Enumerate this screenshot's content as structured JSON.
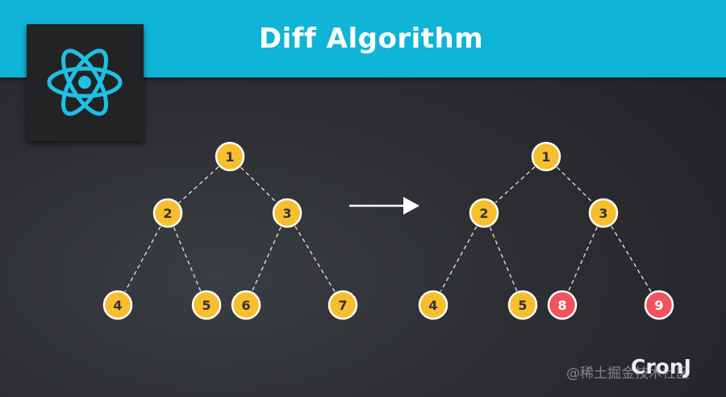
{
  "header": {
    "title": "Diff Algorithm",
    "background": "#0fb4d6"
  },
  "logo": {
    "icon": "react-atom-icon",
    "color": "#1ec0e3"
  },
  "diagram": {
    "node_color": "#f7bf2d",
    "changed_node_color": "#f0535d",
    "node_border": "#ffffff",
    "arrow_color": "#ffffff",
    "before_tree": {
      "nodes": [
        {
          "id": "1",
          "label": "1",
          "changed": false
        },
        {
          "id": "2",
          "label": "2",
          "changed": false
        },
        {
          "id": "3",
          "label": "3",
          "changed": false
        },
        {
          "id": "4",
          "label": "4",
          "changed": false
        },
        {
          "id": "5",
          "label": "5",
          "changed": false
        },
        {
          "id": "6",
          "label": "6",
          "changed": false
        },
        {
          "id": "7",
          "label": "7",
          "changed": false
        }
      ],
      "edges": [
        [
          "1",
          "2"
        ],
        [
          "1",
          "3"
        ],
        [
          "2",
          "4"
        ],
        [
          "2",
          "5"
        ],
        [
          "3",
          "6"
        ],
        [
          "3",
          "7"
        ]
      ]
    },
    "after_tree": {
      "nodes": [
        {
          "id": "1",
          "label": "1",
          "changed": false
        },
        {
          "id": "2",
          "label": "2",
          "changed": false
        },
        {
          "id": "3",
          "label": "3",
          "changed": false
        },
        {
          "id": "4",
          "label": "4",
          "changed": false
        },
        {
          "id": "5",
          "label": "5",
          "changed": false
        },
        {
          "id": "8",
          "label": "8",
          "changed": true
        },
        {
          "id": "9",
          "label": "9",
          "changed": true
        }
      ],
      "edges": [
        [
          "1",
          "2"
        ],
        [
          "1",
          "3"
        ],
        [
          "2",
          "4"
        ],
        [
          "2",
          "5"
        ],
        [
          "3",
          "8"
        ],
        [
          "3",
          "9"
        ]
      ]
    }
  },
  "author": "CronJ",
  "watermark": "@稀土掘金技术社区"
}
